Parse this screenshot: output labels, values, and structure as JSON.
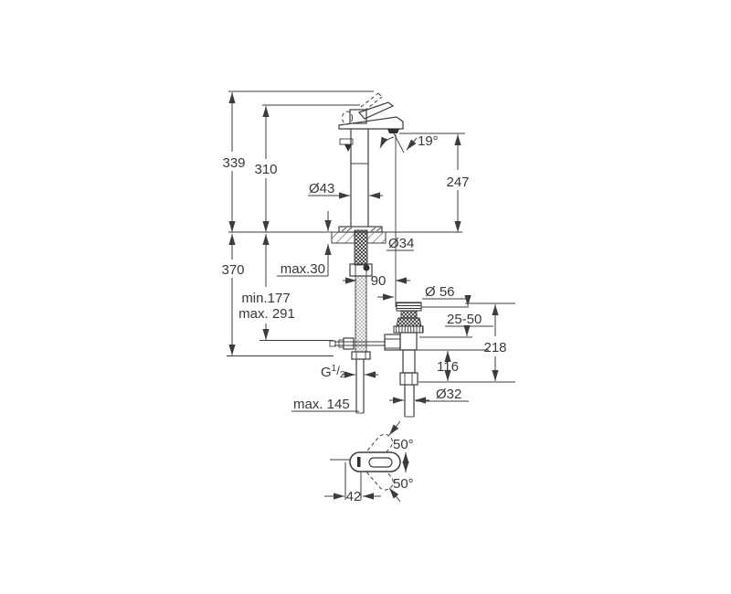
{
  "meta": {
    "title": "Single-lever basin mixer with pop-up waste — technical dimension drawing",
    "view_top": "side elevation with mounting parts",
    "view_bottom": "top view of lever swivel range",
    "background_color": "#ffffff",
    "line_color": "#3c3c3c",
    "text_color": "#383838"
  },
  "labels": {
    "h339": "339",
    "h310": "310",
    "angle19": "19°",
    "h247": "247",
    "d43": "Ø43",
    "d34": "Ø34",
    "max30": "max.30",
    "h370": "370",
    "w90": "90",
    "min177": "min.177",
    "max291": "max. 291",
    "d56": "Ø 56",
    "range2550": "25-50",
    "h218": "218",
    "h116": "116",
    "g12_prefix": "G",
    "g12_num": "1",
    "g12_slash": "/",
    "g12_den": "2",
    "max145": "max. 145",
    "d32": "Ø32",
    "angle50top": "50°",
    "angle50bottom": "50°",
    "w42": "42"
  }
}
